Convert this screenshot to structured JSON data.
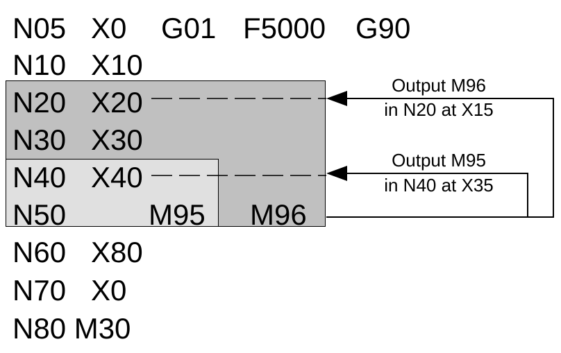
{
  "program": {
    "line1": {
      "n": "N05",
      "x": "X0",
      "g": "G01",
      "f": "F5000",
      "g2": "G90"
    },
    "line2": {
      "n": "N10",
      "x": "X10"
    },
    "line3": {
      "n": "N20",
      "x": "X20"
    },
    "line4": {
      "n": "N30",
      "x": "X30"
    },
    "line5": {
      "n": "N40",
      "x": "X40"
    },
    "line6": {
      "n": "N50",
      "m1": "M95",
      "m2": "M96"
    },
    "line7": {
      "n": "N60",
      "x": "X80"
    },
    "line8": {
      "n": "N70",
      "x": "X0"
    },
    "line9": {
      "text": "N80 M30"
    }
  },
  "annotations": {
    "m96": {
      "line1": "Output M96",
      "line2": "in N20 at X15"
    },
    "m95": {
      "line1": "Output M95",
      "line2": "in N40 at X35"
    }
  },
  "colors": {
    "dark_block": "#c0c0c0",
    "light_block": "#e0e0e0",
    "line": "#000000"
  }
}
